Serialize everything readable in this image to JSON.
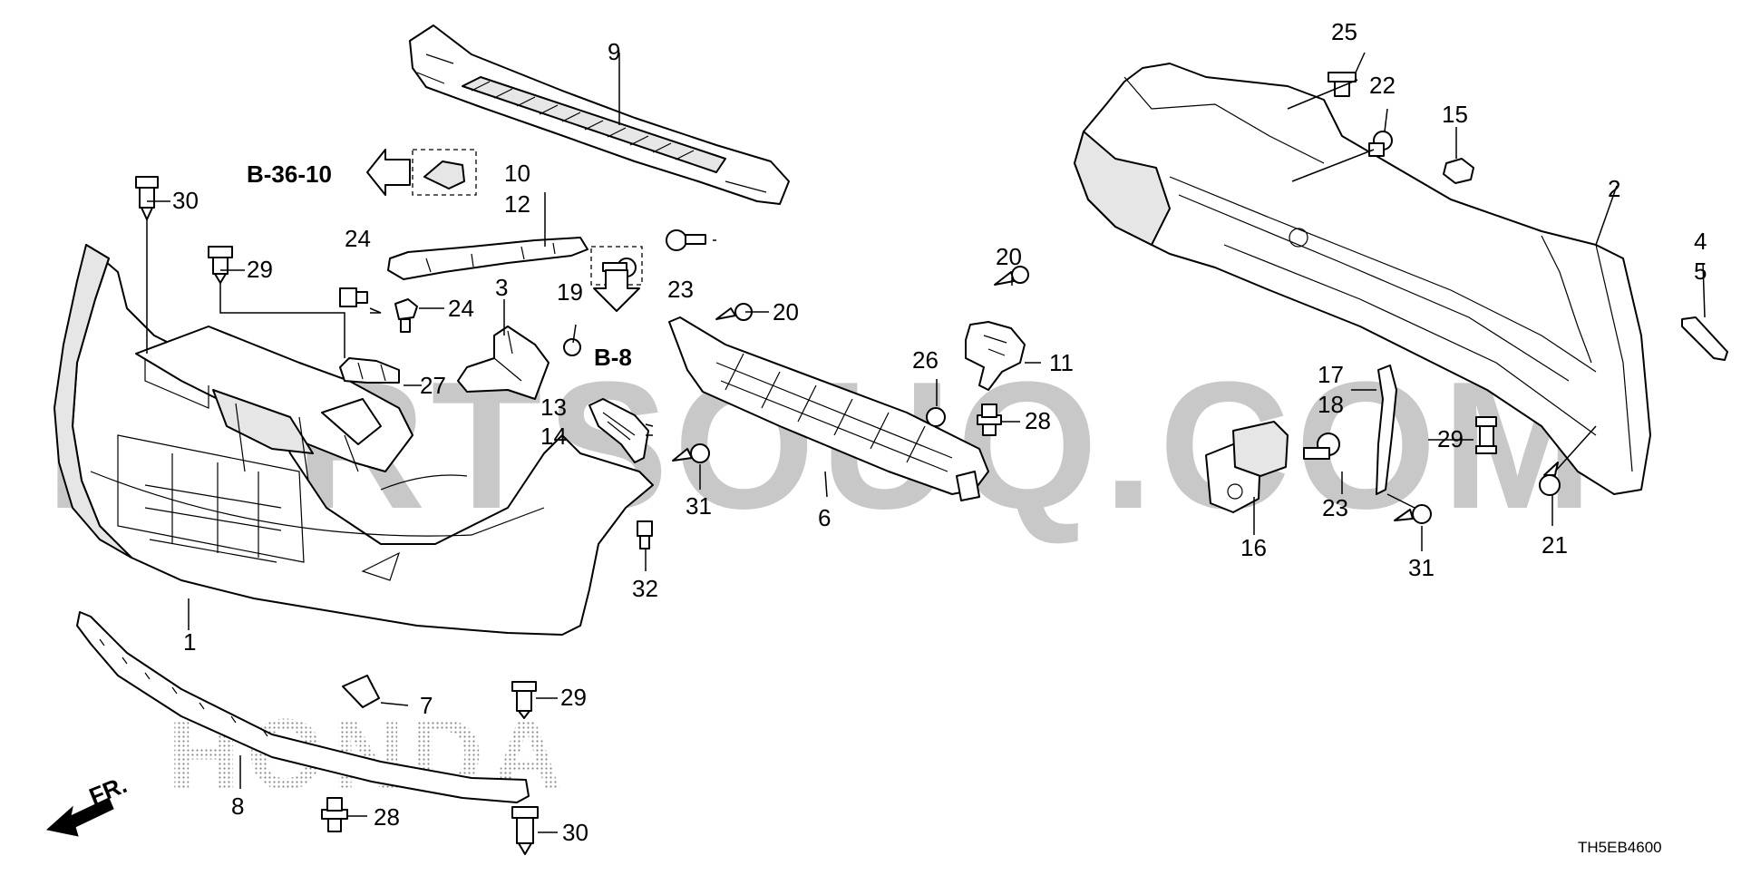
{
  "diagram": {
    "code": "TH5EB4600",
    "watermark": "PARTSOUQ.COM",
    "brand_watermark": "HONDA",
    "direction_label": "FR.",
    "references": [
      "B-36-10",
      "B-8"
    ],
    "callouts": {
      "c1": "1",
      "c2": "2",
      "c3": "3",
      "c4": "4",
      "c5": "5",
      "c6": "6",
      "c7": "7",
      "c8": "8",
      "c9": "9",
      "c10": "10",
      "c11": "11",
      "c12": "12",
      "c13": "13",
      "c14": "14",
      "c15": "15",
      "c16": "16",
      "c17": "17",
      "c18": "18",
      "c19": "19",
      "c20a": "20",
      "c20b": "20",
      "c21": "21",
      "c22": "22",
      "c23a": "23",
      "c23b": "23",
      "c24a": "24",
      "c24b": "24",
      "c25": "25",
      "c26": "26",
      "c27": "27",
      "c28a": "28",
      "c28b": "28",
      "c29a": "29",
      "c29b": "29",
      "c29c": "29",
      "c30a": "30",
      "c30b": "30",
      "c31a": "31",
      "c31b": "31",
      "c32": "32"
    }
  }
}
